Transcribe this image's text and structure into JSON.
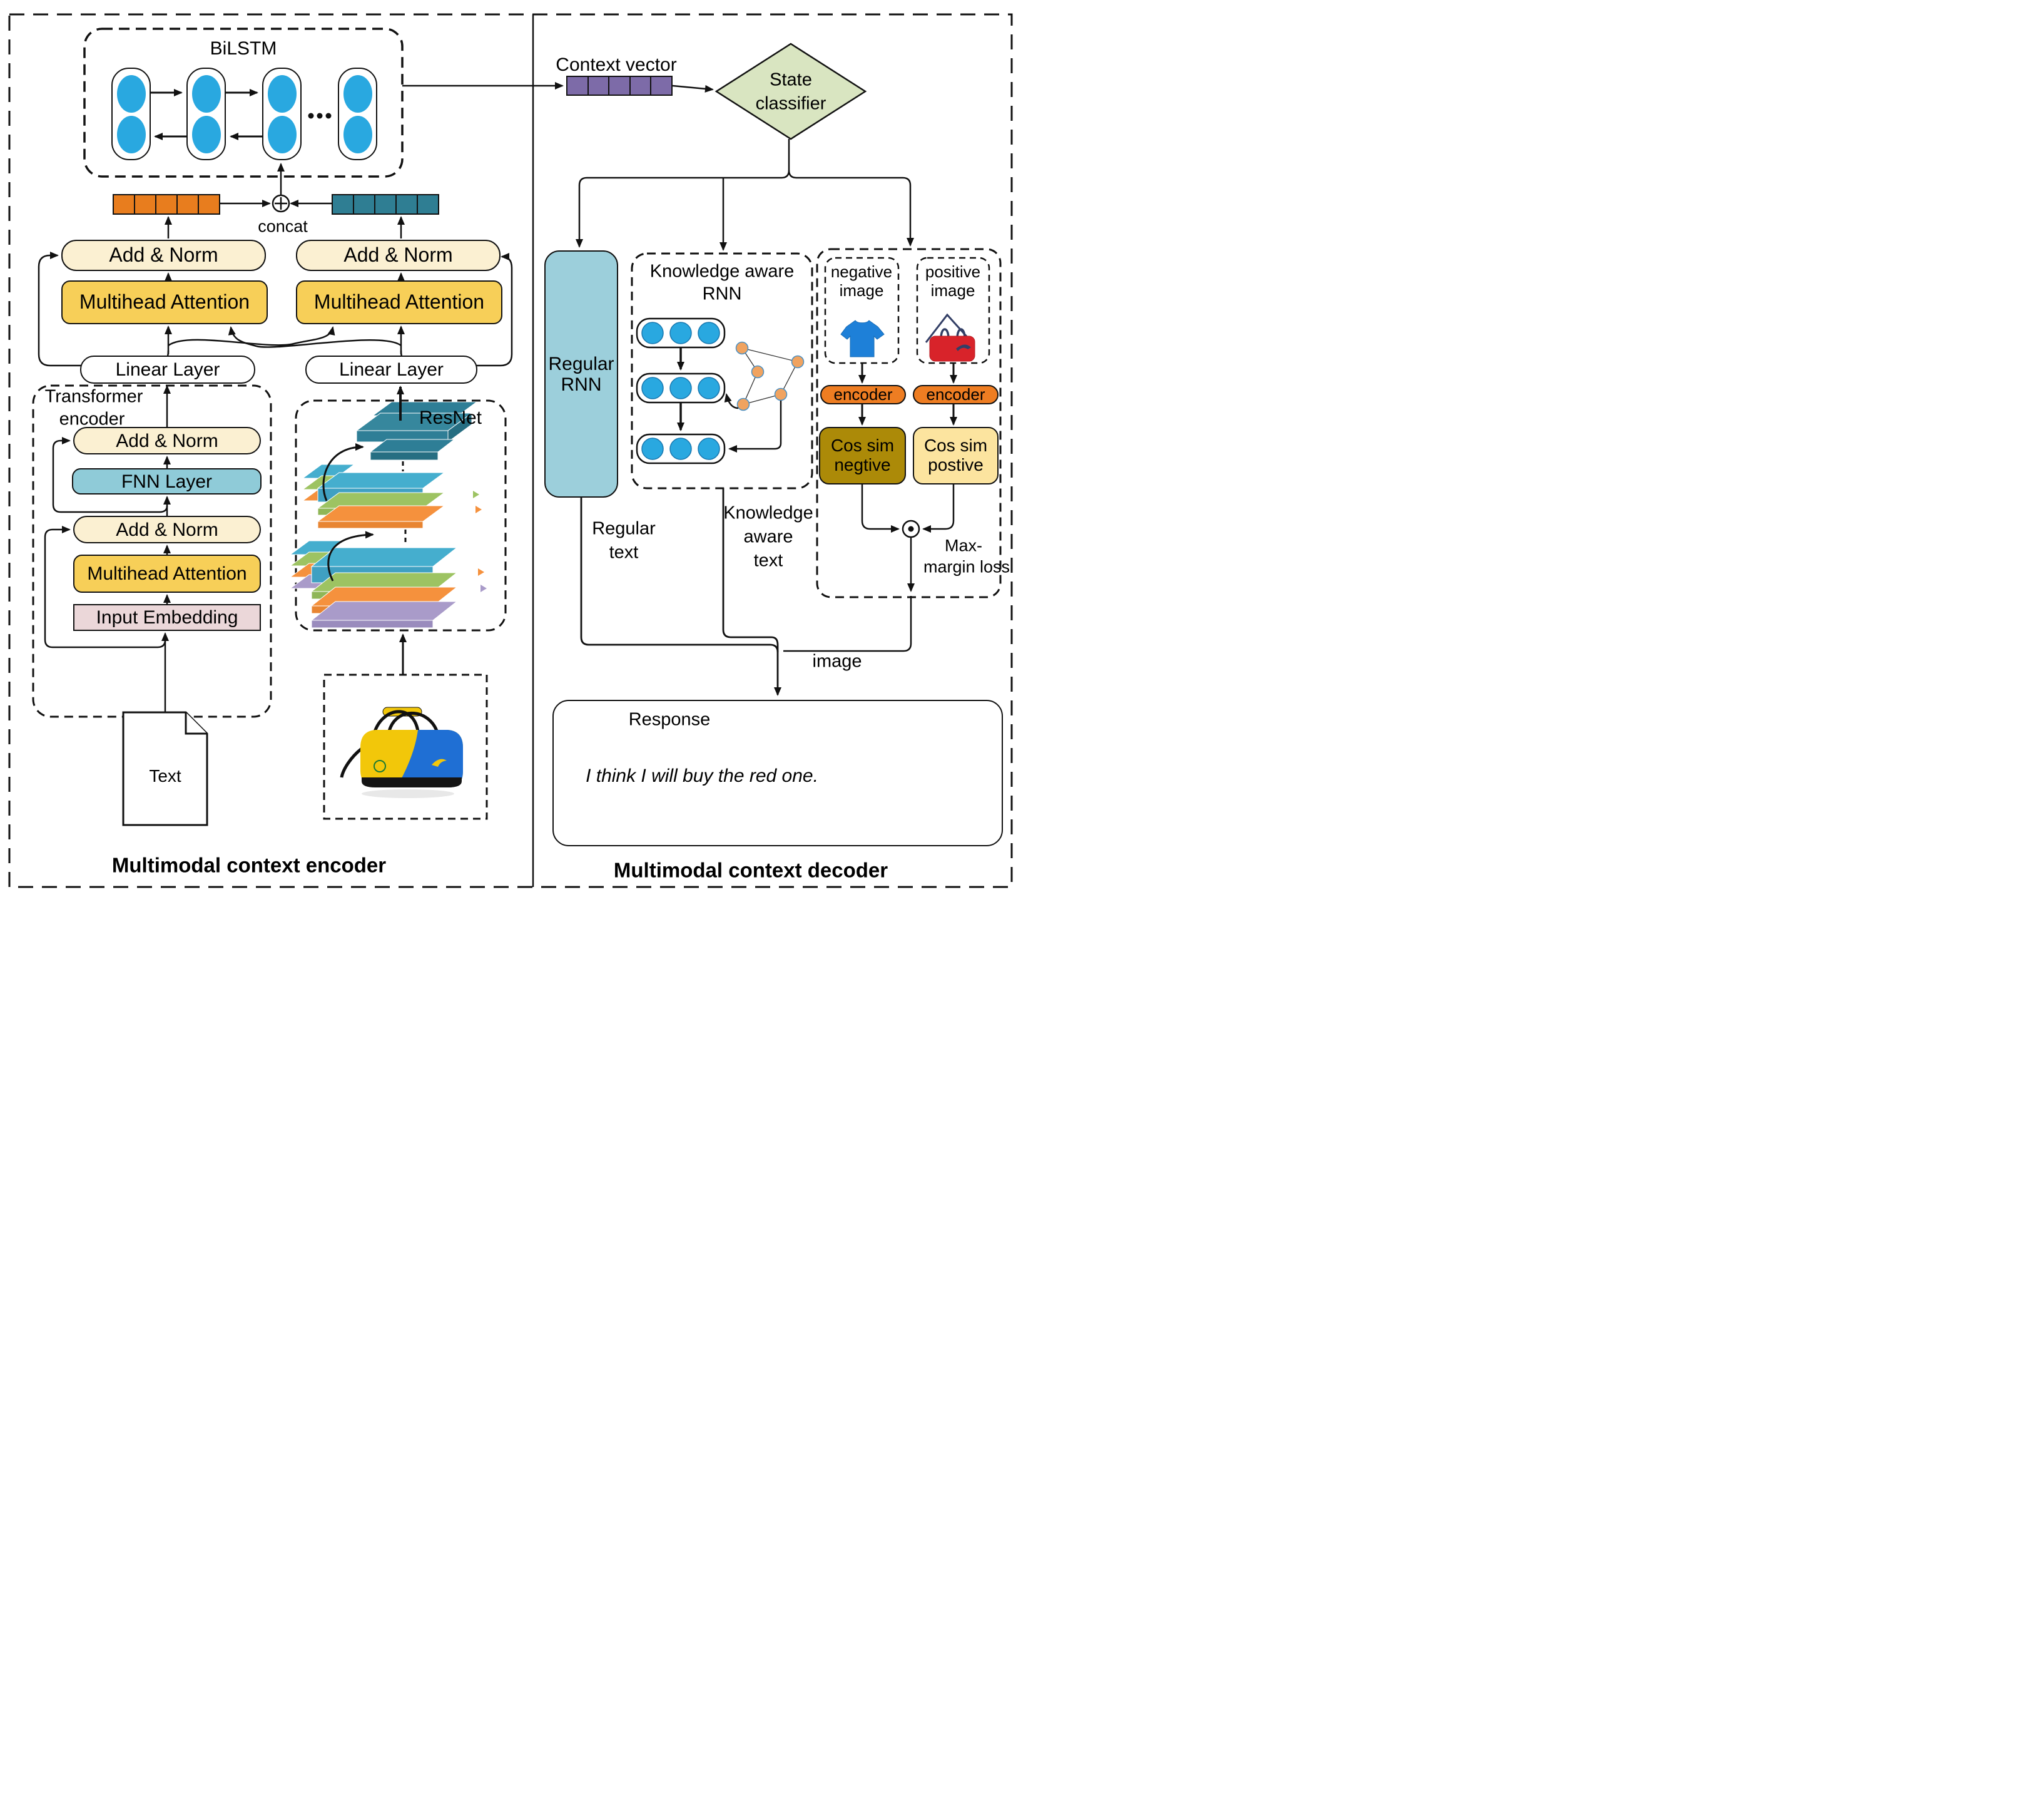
{
  "colors": {
    "node_blue": "#29A8E0",
    "vector_orange": "#E87D1E",
    "vector_teal": "#2F7E93",
    "vector_purple": "#7D6BA8",
    "diamond_green": "#D9E5C1",
    "cream": "#FBF0D2",
    "gold": "#F7CF58",
    "fnn_blue": "#8FCBD8",
    "embedding_pink": "#EBD7D9",
    "regular_rnn_teal": "#9CCFDB",
    "encoder_pill_orange": "#EE7D22",
    "cos_sim_negative": "#AC8A08",
    "cos_sim_positive": "#FCE49F",
    "graph_node_orange": "#F0A360"
  },
  "encoder": {
    "section_label": "Multimodal context encoder",
    "bilstm_title": "BiLSTM",
    "concat_label": "concat",
    "add_norm_label": "Add & Norm",
    "multihead_label": "Multihead Attention",
    "linear_label": "Linear Layer",
    "transformer_title_line1": "Transformer",
    "transformer_title_line2": "encoder",
    "fnn_label": "FNN Layer",
    "input_embedding_label": "Input Embedding",
    "text_doc_label": "Text",
    "resnet_title": "ResNet"
  },
  "decoder": {
    "section_label": "Multimodal context decoder",
    "context_vector_label": "Context vector",
    "state_classifier_line1": "State",
    "state_classifier_line2": "classifier",
    "regular_rnn_line1": "Regular",
    "regular_rnn_line2": "RNN",
    "knowledge_rnn_line1": "Knowledge aware",
    "knowledge_rnn_line2": "RNN",
    "negative_image_line1": "negative",
    "negative_image_line2": "image",
    "positive_image_line1": "positive",
    "positive_image_line2": "image",
    "encoder_pill_label": "encoder",
    "cos_sim_neg_line1": "Cos sim",
    "cos_sim_neg_line2": "negtive",
    "cos_sim_pos_line1": "Cos sim",
    "cos_sim_pos_line2": "postive",
    "max_margin_line1": "Max-",
    "max_margin_line2": "margin loss",
    "regular_text_line1": "Regular",
    "regular_text_line2": "text",
    "knowledge_text_line1": "Knowledge",
    "knowledge_text_line2": "aware",
    "knowledge_text_line3": "text",
    "image_label": "image",
    "response_title": "Response",
    "response_text": "I think I will buy the red one."
  }
}
